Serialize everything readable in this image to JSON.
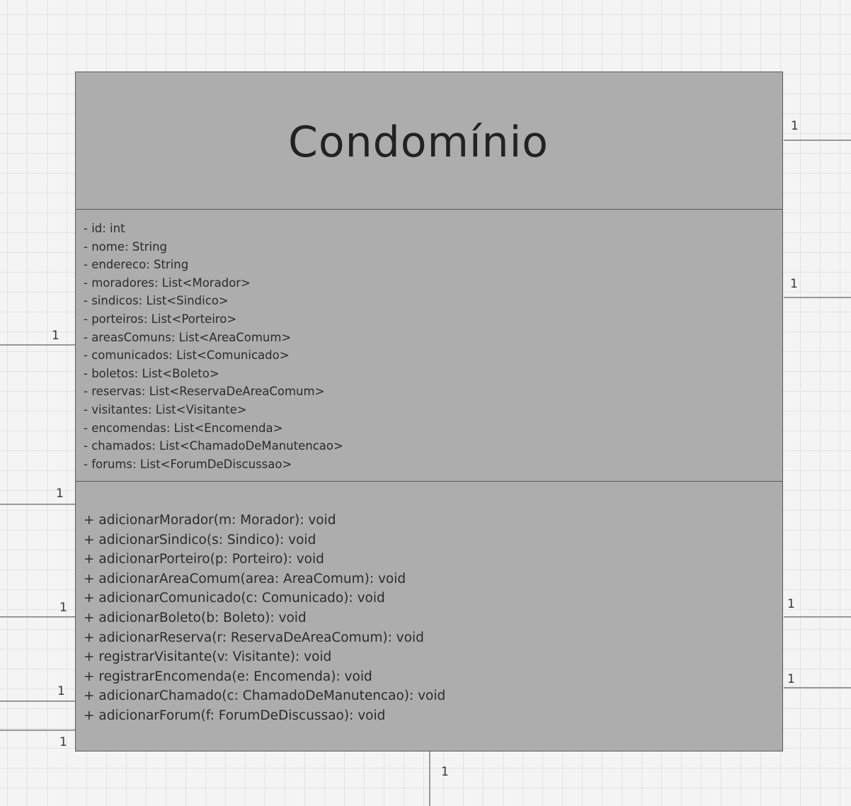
{
  "class": {
    "name": "Condomínio",
    "attributes": [
      "- id: int",
      "- nome: String",
      "- endereco: String",
      "- moradores: List<Morador>",
      "- sindicos: List<Sindico>",
      "- porteiros: List<Porteiro>",
      "- areasComuns: List<AreaComum>",
      "- comunicados: List<Comunicado>",
      "- boletos: List<Boleto>",
      "- reservas: List<ReservaDeAreaComum>",
      "- visitantes: List<Visitante>",
      "- encomendas: List<Encomenda>",
      "- chamados: List<ChamadoDeManutencao>",
      "- forums: List<ForumDeDiscussao>"
    ],
    "operations": [
      "+ adicionarMorador(m: Morador): void",
      "+ adicionarSindico(s: Sindico): void",
      "+ adicionarPorteiro(p: Porteiro): void",
      "+ adicionarAreaComum(area: AreaComum): void",
      "+ adicionarComunicado(c: Comunicado): void",
      "+ adicionarBoleto(b: Boleto): void",
      "+ adicionarReserva(r: ReservaDeAreaComum): void",
      "+ registrarVisitante(v: Visitante): void",
      "+ registrarEncomenda(e: Encomenda): void",
      "+ adicionarChamado(c: ChamadoDeManutencao): void",
      "+ adicionarForum(f: ForumDeDiscussao): void"
    ]
  },
  "multiplicities": {
    "right_top": "1",
    "right_upper": "1",
    "right_lower": "1",
    "right_bottom": "1",
    "left_1": "1",
    "left_2": "1",
    "left_3": "1",
    "left_4": "1",
    "left_5": "1",
    "bottom": "1"
  }
}
